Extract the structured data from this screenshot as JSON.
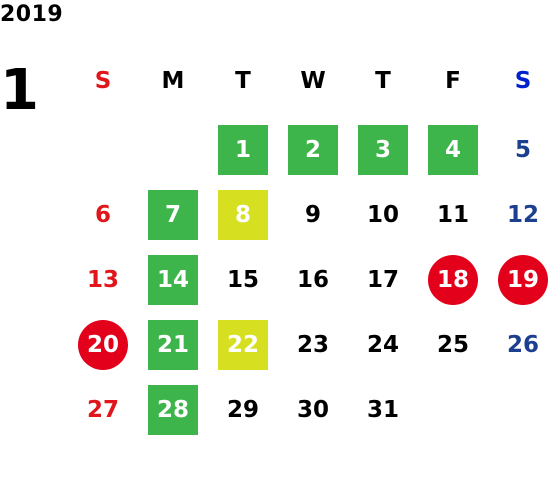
{
  "calendar": {
    "year": "2019",
    "month": "1",
    "colors": {
      "sunday_text": "#e0161b",
      "saturday_header": "#0022cc",
      "saturday_text": "#1d3f8f",
      "green_highlight": "#3db54a",
      "yellow_highlight": "#d7df21",
      "red_circle": "#e2001a"
    },
    "weekdays": [
      "S",
      "M",
      "T",
      "W",
      "T",
      "F",
      "S"
    ],
    "days": [
      {
        "label": "1",
        "row": 0,
        "col": 2,
        "style": "green"
      },
      {
        "label": "2",
        "row": 0,
        "col": 3,
        "style": "green"
      },
      {
        "label": "3",
        "row": 0,
        "col": 4,
        "style": "green"
      },
      {
        "label": "4",
        "row": 0,
        "col": 5,
        "style": "green"
      },
      {
        "label": "5",
        "row": 0,
        "col": 6,
        "style": "sat"
      },
      {
        "label": "6",
        "row": 1,
        "col": 0,
        "style": "sun"
      },
      {
        "label": "7",
        "row": 1,
        "col": 1,
        "style": "green"
      },
      {
        "label": "8",
        "row": 1,
        "col": 2,
        "style": "yellow"
      },
      {
        "label": "9",
        "row": 1,
        "col": 3,
        "style": "normal"
      },
      {
        "label": "10",
        "row": 1,
        "col": 4,
        "style": "normal"
      },
      {
        "label": "11",
        "row": 1,
        "col": 5,
        "style": "normal"
      },
      {
        "label": "12",
        "row": 1,
        "col": 6,
        "style": "sat"
      },
      {
        "label": "13",
        "row": 2,
        "col": 0,
        "style": "sun"
      },
      {
        "label": "14",
        "row": 2,
        "col": 1,
        "style": "green"
      },
      {
        "label": "15",
        "row": 2,
        "col": 2,
        "style": "normal"
      },
      {
        "label": "16",
        "row": 2,
        "col": 3,
        "style": "normal"
      },
      {
        "label": "17",
        "row": 2,
        "col": 4,
        "style": "normal"
      },
      {
        "label": "18",
        "row": 2,
        "col": 5,
        "style": "red"
      },
      {
        "label": "19",
        "row": 2,
        "col": 6,
        "style": "red"
      },
      {
        "label": "20",
        "row": 3,
        "col": 0,
        "style": "red"
      },
      {
        "label": "21",
        "row": 3,
        "col": 1,
        "style": "green"
      },
      {
        "label": "22",
        "row": 3,
        "col": 2,
        "style": "yellow"
      },
      {
        "label": "23",
        "row": 3,
        "col": 3,
        "style": "normal"
      },
      {
        "label": "24",
        "row": 3,
        "col": 4,
        "style": "normal"
      },
      {
        "label": "25",
        "row": 3,
        "col": 5,
        "style": "normal"
      },
      {
        "label": "26",
        "row": 3,
        "col": 6,
        "style": "sat"
      },
      {
        "label": "27",
        "row": 4,
        "col": 0,
        "style": "sun"
      },
      {
        "label": "28",
        "row": 4,
        "col": 1,
        "style": "green"
      },
      {
        "label": "29",
        "row": 4,
        "col": 2,
        "style": "normal"
      },
      {
        "label": "30",
        "row": 4,
        "col": 3,
        "style": "normal"
      },
      {
        "label": "31",
        "row": 4,
        "col": 4,
        "style": "normal"
      }
    ]
  }
}
